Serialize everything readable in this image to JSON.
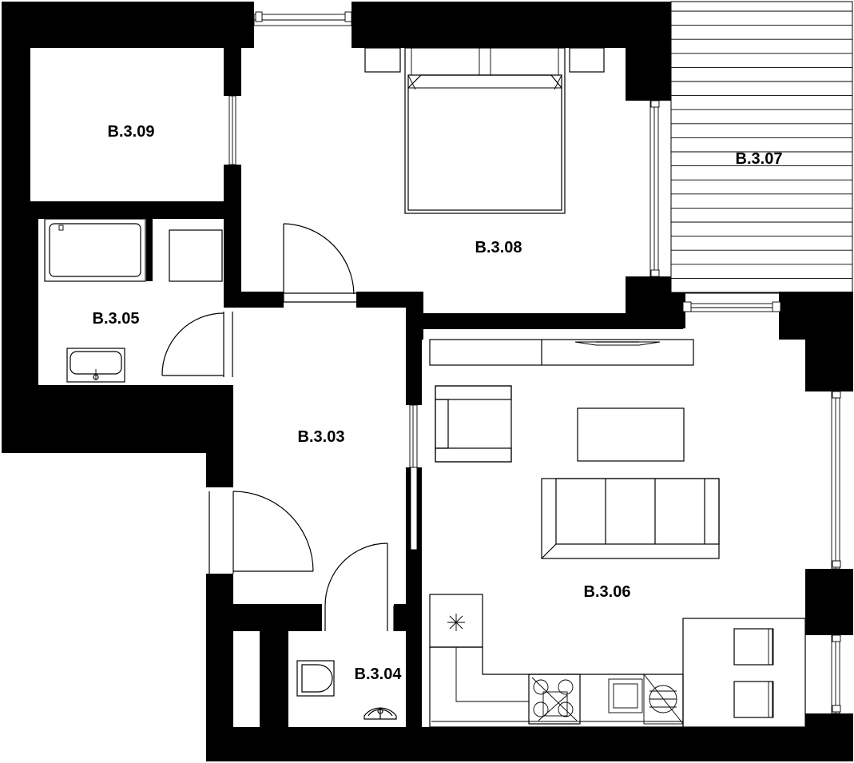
{
  "rooms": [
    {
      "id": "B.3.09",
      "label": "B.3.09"
    },
    {
      "id": "B.3.08",
      "label": "B.3.08"
    },
    {
      "id": "B.3.07",
      "label": "B.3.07"
    },
    {
      "id": "B.3.05",
      "label": "B.3.05"
    },
    {
      "id": "B.3.03",
      "label": "B.3.03"
    },
    {
      "id": "B.3.06",
      "label": "B.3.06"
    },
    {
      "id": "B.3.04",
      "label": "B.3.04"
    }
  ]
}
